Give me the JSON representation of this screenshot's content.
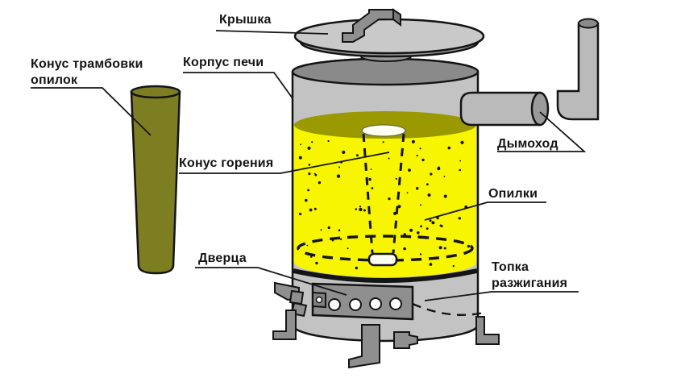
{
  "diagram": {
    "subject": "sawdust-stove-schematic",
    "background": "#ffffff"
  },
  "labels": {
    "lid": "Крышка",
    "stove_body": "Корпус печи",
    "tamping_cone_line1": "Конус трамбовки",
    "tamping_cone_line2": "опилок",
    "burning_cone": "Конус горения",
    "chimney": "Дымоход",
    "sawdust": "Опилки",
    "door": "Дверца",
    "ignition_firebox_line1": "Топка",
    "ignition_firebox_line2": "разжигания"
  },
  "colors": {
    "sawdust_fill": "#f8f500",
    "sawdust_top": "#9a9a00",
    "tamping_cone": "#7d7d22",
    "body_gray": "#c3c3c3",
    "lid_gray": "#c9c9c9",
    "dark_gray": "#8a8a8a",
    "mid_gray": "#9a9a9a",
    "hardware_gray": "#8f8f8f",
    "pipe_gray": "#bababa",
    "hole_white": "#fffff2",
    "outline": "#141414"
  }
}
